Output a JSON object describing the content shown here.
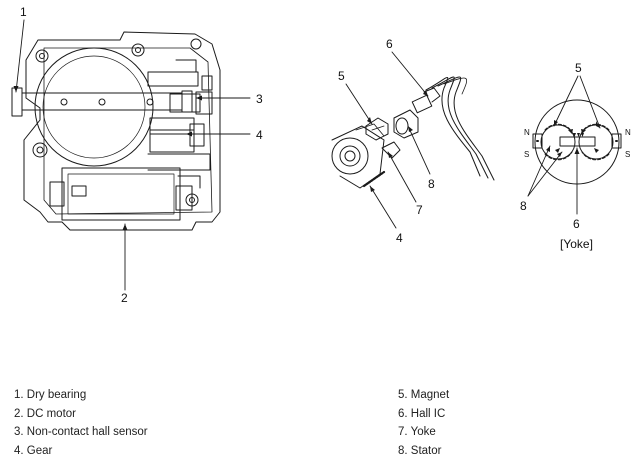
{
  "callouts": {
    "n1": "1",
    "n2": "2",
    "n3": "3",
    "n4": "4",
    "n5": "5",
    "n6": "6",
    "n7": "7",
    "n8": "8",
    "n4b": "4",
    "n5c": "5",
    "n8c": "8",
    "n6c": "6",
    "yoke_caption": "[Yoke]",
    "pole_n_left": "N",
    "pole_s_left": "S",
    "pole_n_right": "N",
    "pole_s_right": "S"
  },
  "legend_left": [
    "1. Dry bearing",
    "2. DC motor",
    "3. Non-contact hall sensor",
    "4. Gear"
  ],
  "legend_right": [
    "5. Magnet",
    "6. Hall IC",
    "7. Yoke",
    "8. Stator"
  ]
}
